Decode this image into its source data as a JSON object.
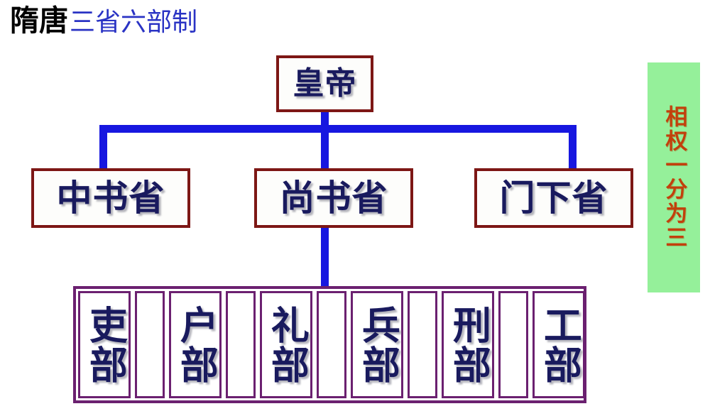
{
  "title": {
    "dynasty": "隋唐",
    "system": "三省六部制"
  },
  "colors": {
    "box_border": "#7d1715",
    "box_text": "#191a5e",
    "connector": "#1717e0",
    "ministry_border": "#6b2070",
    "note_background": "#95f09a",
    "note_text": "#c2400c",
    "title_black": "#000000",
    "title_blue": "#2a33c4"
  },
  "diagram": {
    "top": {
      "label": "皇帝"
    },
    "provinces": [
      {
        "label": "中书省"
      },
      {
        "label": "尚书省"
      },
      {
        "label": "门下省"
      }
    ],
    "ministries": [
      {
        "label": "吏部"
      },
      {
        "label": "户部"
      },
      {
        "label": "礼部"
      },
      {
        "label": "兵部"
      },
      {
        "label": "刑部"
      },
      {
        "label": "工部"
      }
    ]
  },
  "note": {
    "text": "相权一分为三"
  }
}
